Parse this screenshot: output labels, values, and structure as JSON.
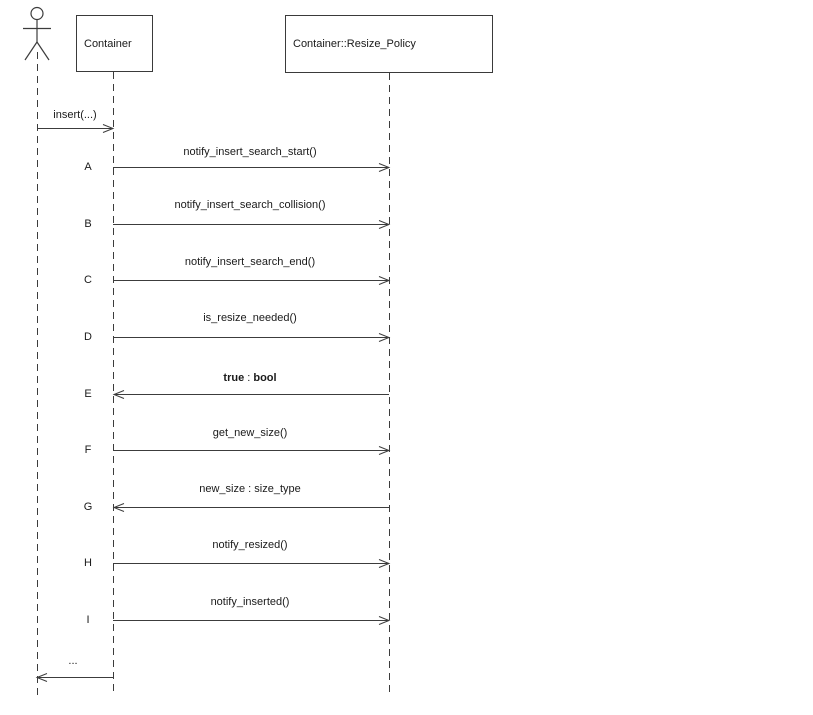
{
  "participants": [
    {
      "id": "container",
      "label": "Container"
    },
    {
      "id": "resize_policy",
      "label": "Container::Resize_Policy"
    }
  ],
  "actor": {
    "icon": "stick-figure-actor"
  },
  "messages": [
    {
      "letter": "",
      "label": "insert(...)",
      "from": "actor",
      "to": "Container",
      "kind": "call",
      "direction": "right"
    },
    {
      "letter": "A",
      "label": "notify_insert_search_start()",
      "from": "Container",
      "to": "Container::Resize_Policy",
      "kind": "call",
      "direction": "right"
    },
    {
      "letter": "B",
      "label": "notify_insert_search_collision()",
      "from": "Container",
      "to": "Container::Resize_Policy",
      "kind": "call",
      "direction": "right"
    },
    {
      "letter": "C",
      "label": "notify_insert_search_end()",
      "from": "Container",
      "to": "Container::Resize_Policy",
      "kind": "call",
      "direction": "right"
    },
    {
      "letter": "D",
      "label": "is_resize_needed()",
      "from": "Container",
      "to": "Container::Resize_Policy",
      "kind": "call",
      "direction": "right"
    },
    {
      "letter": "E",
      "label": "true : bool",
      "label_parts": {
        "bold_left": "true",
        "separator": " : ",
        "bold_right": "bool"
      },
      "from": "Container::Resize_Policy",
      "to": "Container",
      "kind": "return",
      "direction": "left"
    },
    {
      "letter": "F",
      "label": "get_new_size()",
      "from": "Container",
      "to": "Container::Resize_Policy",
      "kind": "call",
      "direction": "right"
    },
    {
      "letter": "G",
      "label": "new_size : size_type",
      "from": "Container::Resize_Policy",
      "to": "Container",
      "kind": "return",
      "direction": "left"
    },
    {
      "letter": "H",
      "label": "notify_resized()",
      "from": "Container",
      "to": "Container::Resize_Policy",
      "kind": "call",
      "direction": "right"
    },
    {
      "letter": "I",
      "label": "notify_inserted()",
      "from": "Container",
      "to": "Container::Resize_Policy",
      "kind": "call",
      "direction": "right"
    },
    {
      "letter": "",
      "label": "...",
      "from": "Container",
      "to": "actor",
      "kind": "return",
      "direction": "left"
    }
  ],
  "colors": {
    "line": "#3c3c3c",
    "text": "#1a1a1a",
    "background": "#ffffff"
  }
}
